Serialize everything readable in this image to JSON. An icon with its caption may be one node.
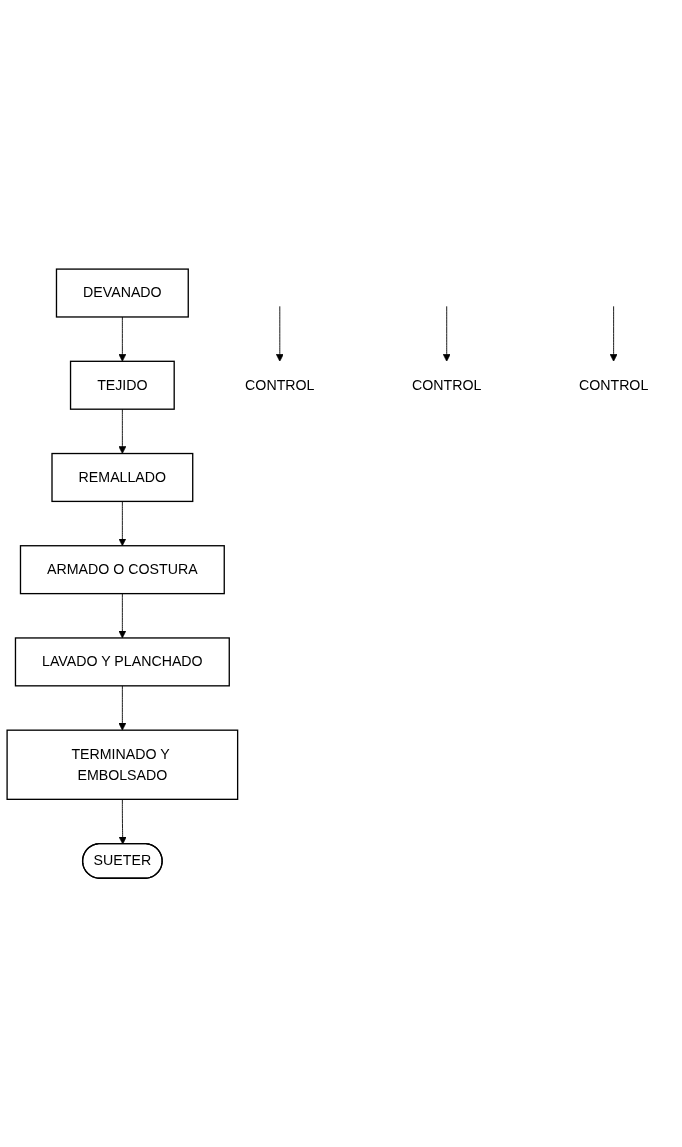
{
  "diagram": {
    "nodes": [
      {
        "text": [
          "DEVANADO"
        ]
      },
      {
        "text": [
          "TEJIDO"
        ]
      },
      {
        "text": [
          "REMALLADO"
        ]
      },
      {
        "text": [
          "ARMADO O COSTURA"
        ]
      },
      {
        "text": [
          "LAVADO Y PLANCHADO"
        ]
      },
      {
        "text": [
          "TERMINADO Y EMBOLSADO"
        ]
      },
      {
        "text": [
          "SUETER"
        ]
      },
      {
        "text": [
          "CONTROL"
        ]
      },
      {
        "text": [
          "CONTROL"
        ]
      },
      {
        "text": [
          "CONTROL"
        ]
      }
    ],
    "edges": [
      {
        "from": 0,
        "to": 1,
        "arrow": "to"
      },
      {
        "from": 1,
        "to": 2,
        "arrow": "to"
      },
      {
        "from": null,
        "to": 7,
        "arrow": "to"
      },
      {
        "from": 2,
        "to": 3,
        "arrow": "to"
      },
      {
        "from": 3,
        "to": 4,
        "arrow": "to"
      },
      {
        "from": null,
        "to": 8,
        "arrow": "to"
      },
      {
        "from": 4,
        "to": 5,
        "arrow": "to"
      },
      {
        "from": null,
        "to": 9,
        "arrow": "to"
      },
      {
        "from": 5,
        "to": 6,
        "arrow": "to"
      }
    ]
  }
}
